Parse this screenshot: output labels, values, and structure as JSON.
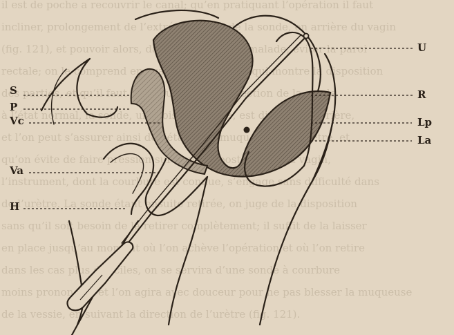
{
  "figure": {
    "left_labels": [
      "S",
      "P",
      "Vc",
      "Va",
      "H"
    ],
    "right_labels": [
      "U",
      "R",
      "Lp",
      "La"
    ]
  },
  "background_text": [
    "il est de poche a recouvrir le canal; qu’en pratiquant l’opération il faut",
    "incliner, prolongement de l’extrémité libre de la sonde, en arrière du vagin",
    "(fig. 121), et pouvoir alors, dans la position du malade, éviter la paroi",
    "rectale; on le comprend en examinant la figure qui montre la disposition",
    "des parties, et qu’il faut en déduire que la direction de la sonde",
    "à l’état normal, la sonde, une fois introduite, est dirigée en arrière,",
    "et l’on peut s’assurer ainsi de l’état de la muqueuse de l’urètre, et",
    "qu’on évite de faire pression sur la paroi postérieure du vagin,",
    "l’instrument, dont la courbure est connue, s’engage sans difficulté dans",
    "de l’urètre. La sonde étant ensuite retirée, on juge de la disposition",
    "sans qu’il soit besoin de la retirer complètement; il suffit de la laisser",
    "en place jusqu’au moment où l’on achève l’opération et où l’on retire",
    "dans les cas plus difficiles, on se servira d’une sonde à courbure",
    "moins prononcée, et l’on agira avec douceur pour ne pas blesser la muqueuse",
    "de la vessie, en suivant la direction de l’urètre (fig. 121)."
  ]
}
